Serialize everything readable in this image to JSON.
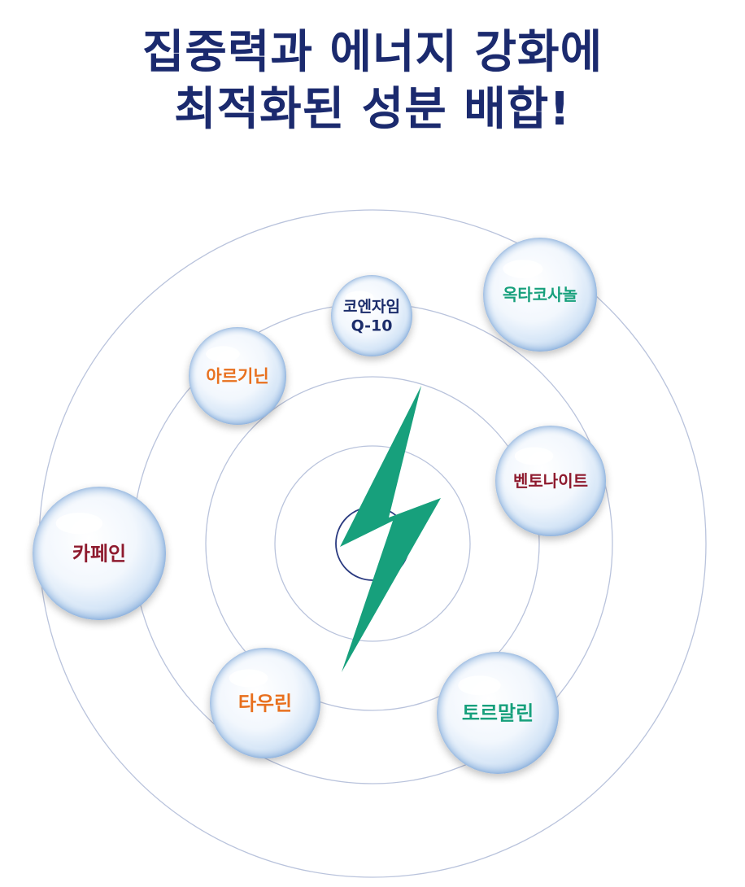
{
  "headline": {
    "line1": "집중력과 에너지 강화에",
    "line2": "최적화된 성분 배합!"
  },
  "colors": {
    "headline": "#1b2a6e",
    "ring": "#b9c3dc",
    "core_ring": "#2a3a80",
    "bolt": "#17a07c",
    "navy": "#1c2d6b",
    "green": "#17a07c",
    "orange": "#e8701e",
    "maroon": "#8e1a2e"
  },
  "icons": {
    "center": "lightning-bolt-icon"
  },
  "ingredients": [
    {
      "id": "coq10",
      "label_lines": [
        "코엔자임",
        "Q-10"
      ],
      "color": "#1c2d6b"
    },
    {
      "id": "octacosanol",
      "label_lines": [
        "옥타코사놀"
      ],
      "color": "#17a07c"
    },
    {
      "id": "arginine",
      "label_lines": [
        "아르기닌"
      ],
      "color": "#e8701e"
    },
    {
      "id": "bentonite",
      "label_lines": [
        "벤토나이트"
      ],
      "color": "#8e1a2e"
    },
    {
      "id": "caffeine",
      "label_lines": [
        "카페인"
      ],
      "color": "#8e1a2e"
    },
    {
      "id": "taurine",
      "label_lines": [
        "타우린"
      ],
      "color": "#e8701e"
    },
    {
      "id": "tourmaline",
      "label_lines": [
        "토르말린"
      ],
      "color": "#17a07c"
    }
  ]
}
